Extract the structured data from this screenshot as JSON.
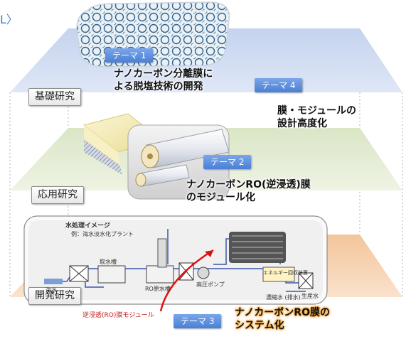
{
  "corner": {
    "text": "L〉"
  },
  "layers": {
    "basic": "基礎研究",
    "applied": "応用研究",
    "development": "開発研究"
  },
  "themes": [
    {
      "label": "テーマ 1",
      "title_line1": "ナノカーボン分離膜に",
      "title_line2": "よる脱塩技術の開発"
    },
    {
      "label": "テーマ 2",
      "title_line1": "ナノカーボンRO(逆浸透)膜",
      "title_line2": "のモジュール化"
    },
    {
      "label": "テーマ 3",
      "title_line1": "ナノカーボンRO膜の",
      "title_line2": "システム化"
    },
    {
      "label": "テーマ 4",
      "title_line1": "膜・モジュールの",
      "title_line2": "設計高度化"
    }
  ],
  "module_caption": "逆浸透(RO)膜モジュール",
  "plant": {
    "title": "水処理イメージ",
    "subtitle": "例：海水淡水化プラント",
    "captions": [
      "海水",
      "取水槽",
      "RO原水槽",
      "高圧ポンプ",
      "濃縮水 (排水)",
      "生産水",
      "エネルギー回収装置"
    ]
  },
  "colors": {
    "blue_layer": "#c9d5ee",
    "green_layer": "#e2ebcf",
    "orange_layer": "#f7d2b0",
    "theme_box": "#5b8ee0",
    "arrow": "#e01010"
  }
}
